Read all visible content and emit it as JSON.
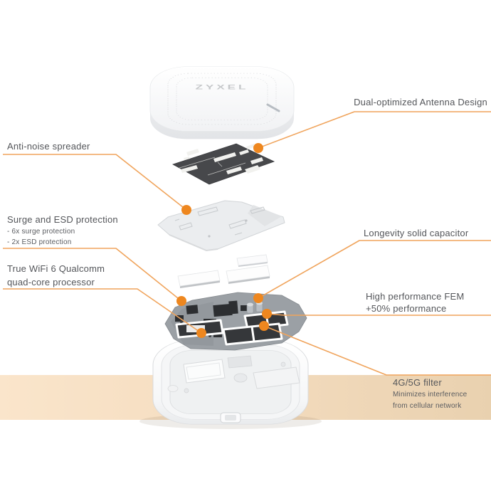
{
  "page": {
    "background": "#ffffff",
    "band_gradient_left": "#fae5cb",
    "band_gradient_right": "#e9d1af",
    "accent_line_color": "#f0a45c",
    "accent_dot_color": "#ee871f",
    "label_text_color": "#54565a"
  },
  "device": {
    "brand": "ZYXEL"
  },
  "callouts": {
    "antenna_design": {
      "label": "Dual-optimized Antenna Design"
    },
    "anti_noise": {
      "label": "Anti-noise spreader"
    },
    "surge_esd": {
      "label": "Surge and ESD protection",
      "bullets": [
        "- 6x surge protection",
        "- 2x ESD protection"
      ]
    },
    "wifi6": {
      "label_line1": "True WiFi 6 Qualcomm",
      "label_line2": "quad-core processor"
    },
    "capacitor": {
      "label": "Longevity solid capacitor"
    },
    "fem": {
      "label_line1": "High performance FEM",
      "label_line2": "+50% performance"
    },
    "cellular_filter": {
      "label": "4G/5G filter",
      "desc_line1": "Minimizes interference",
      "desc_line2": "from cellular network"
    }
  }
}
